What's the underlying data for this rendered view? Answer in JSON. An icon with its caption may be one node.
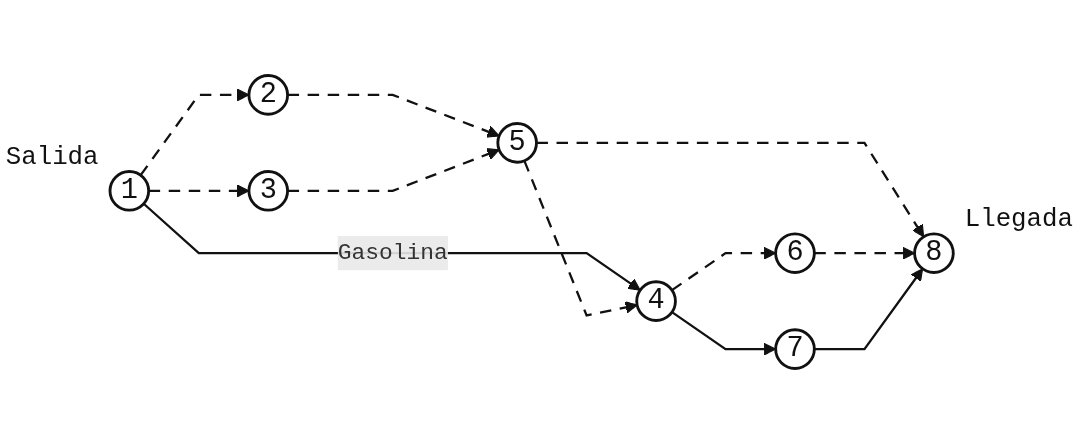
{
  "diagram": {
    "nodes": [
      {
        "text": [
          "1"
        ],
        "beside": [
          "Salida"
        ]
      },
      {
        "text": [
          "2"
        ]
      },
      {
        "text": [
          "3"
        ]
      },
      {
        "text": [
          "4"
        ]
      },
      {
        "text": [
          "5"
        ]
      },
      {
        "text": [
          "6"
        ]
      },
      {
        "text": [
          "7"
        ]
      },
      {
        "text": [
          "8"
        ],
        "beside": [
          "Llegada"
        ]
      }
    ],
    "edges": [
      {
        "from": 0,
        "to": 1,
        "arrow": "to",
        "style": "dashed"
      },
      {
        "from": 0,
        "to": 2,
        "arrow": "to",
        "style": "dashed"
      },
      {
        "from": 0,
        "to": 3,
        "arrow": "to",
        "label": "Gasolina"
      },
      {
        "from": 1,
        "to": 4,
        "arrow": "to",
        "style": "dashed"
      },
      {
        "from": 2,
        "to": 4,
        "arrow": "to",
        "style": "dashed"
      },
      {
        "from": 4,
        "to": 3,
        "arrow": "to",
        "style": "dashed"
      },
      {
        "from": 3,
        "to": 5,
        "arrow": "to",
        "style": "dashed"
      },
      {
        "from": 4,
        "to": 7,
        "arrow": "to",
        "style": "dashed"
      },
      {
        "from": 5,
        "to": 7,
        "arrow": "to",
        "style": "dashed"
      },
      {
        "from": 3,
        "to": 6,
        "arrow": "to"
      },
      {
        "from": 6,
        "to": 7,
        "arrow": "to"
      }
    ]
  }
}
